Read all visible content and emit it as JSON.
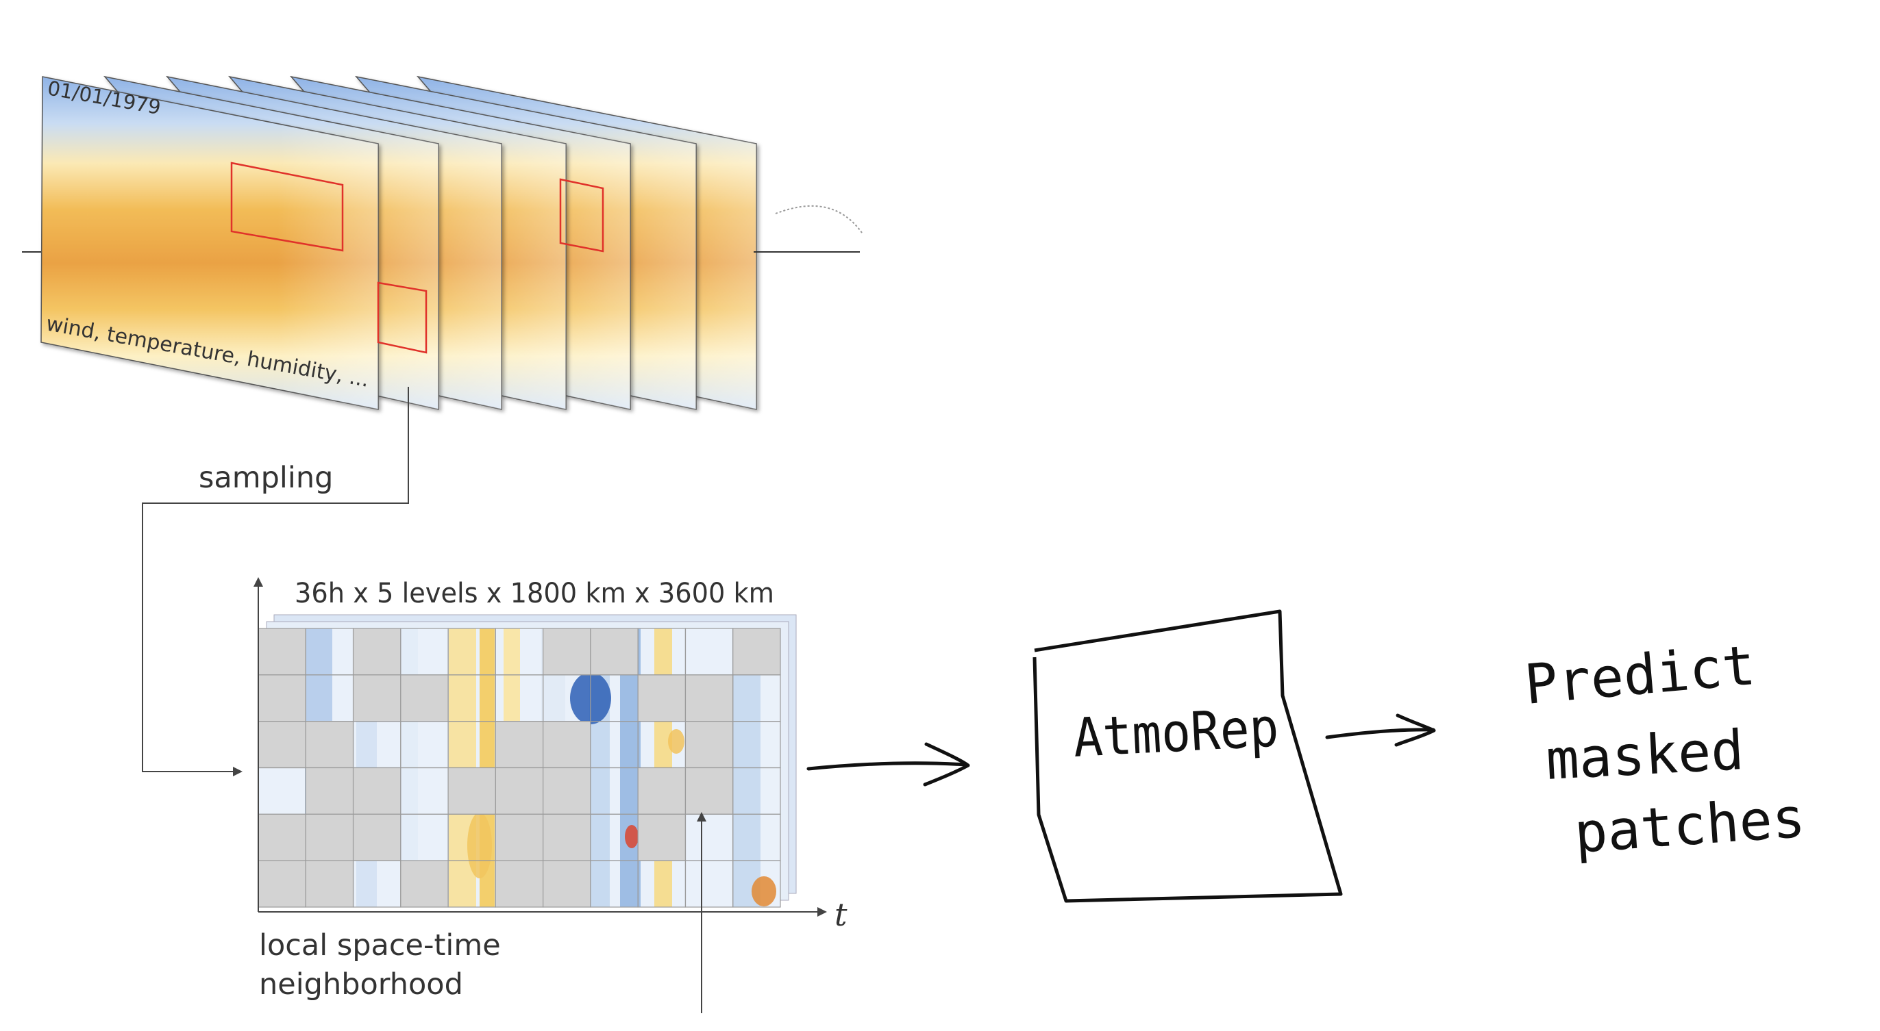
{
  "frames": {
    "date_label": "01/01/1979",
    "variables_label": "wind, temperature, humidity, ..."
  },
  "sampling": {
    "label": "sampling"
  },
  "neighborhood": {
    "dims_label": "36h x 5 levels x 1800 km x 3600 km",
    "time_axis_label": "t",
    "caption_line1": "local space-time",
    "caption_line2": "neighborhood",
    "grid_rows": 6,
    "grid_cols": 11,
    "masked_cells": [
      [
        0,
        0
      ],
      [
        0,
        2
      ],
      [
        0,
        6
      ],
      [
        0,
        7
      ],
      [
        0,
        10
      ],
      [
        1,
        0
      ],
      [
        1,
        2
      ],
      [
        1,
        3
      ],
      [
        1,
        8
      ],
      [
        1,
        9
      ],
      [
        2,
        0
      ],
      [
        2,
        1
      ],
      [
        2,
        5
      ],
      [
        2,
        6
      ],
      [
        2,
        9
      ],
      [
        3,
        1
      ],
      [
        3,
        2
      ],
      [
        3,
        4
      ],
      [
        3,
        5
      ],
      [
        3,
        6
      ],
      [
        3,
        8
      ],
      [
        3,
        9
      ],
      [
        4,
        0
      ],
      [
        4,
        1
      ],
      [
        4,
        2
      ],
      [
        4,
        5
      ],
      [
        4,
        6
      ],
      [
        4,
        8
      ],
      [
        5,
        0
      ],
      [
        5,
        1
      ],
      [
        5,
        3
      ],
      [
        5,
        5
      ],
      [
        5,
        6
      ]
    ]
  },
  "model": {
    "label": "AtmoRep"
  },
  "output": {
    "line1": "Predict",
    "line2": "masked",
    "line3": "patches"
  },
  "colors": {
    "frame_warm": "#f0b24a",
    "frame_cool": "#a9c6ea",
    "selection_box": "#e0322a",
    "masked_patch": "#d3d3d3",
    "grid_line": "#9a9a9a",
    "ink": "#111111"
  }
}
